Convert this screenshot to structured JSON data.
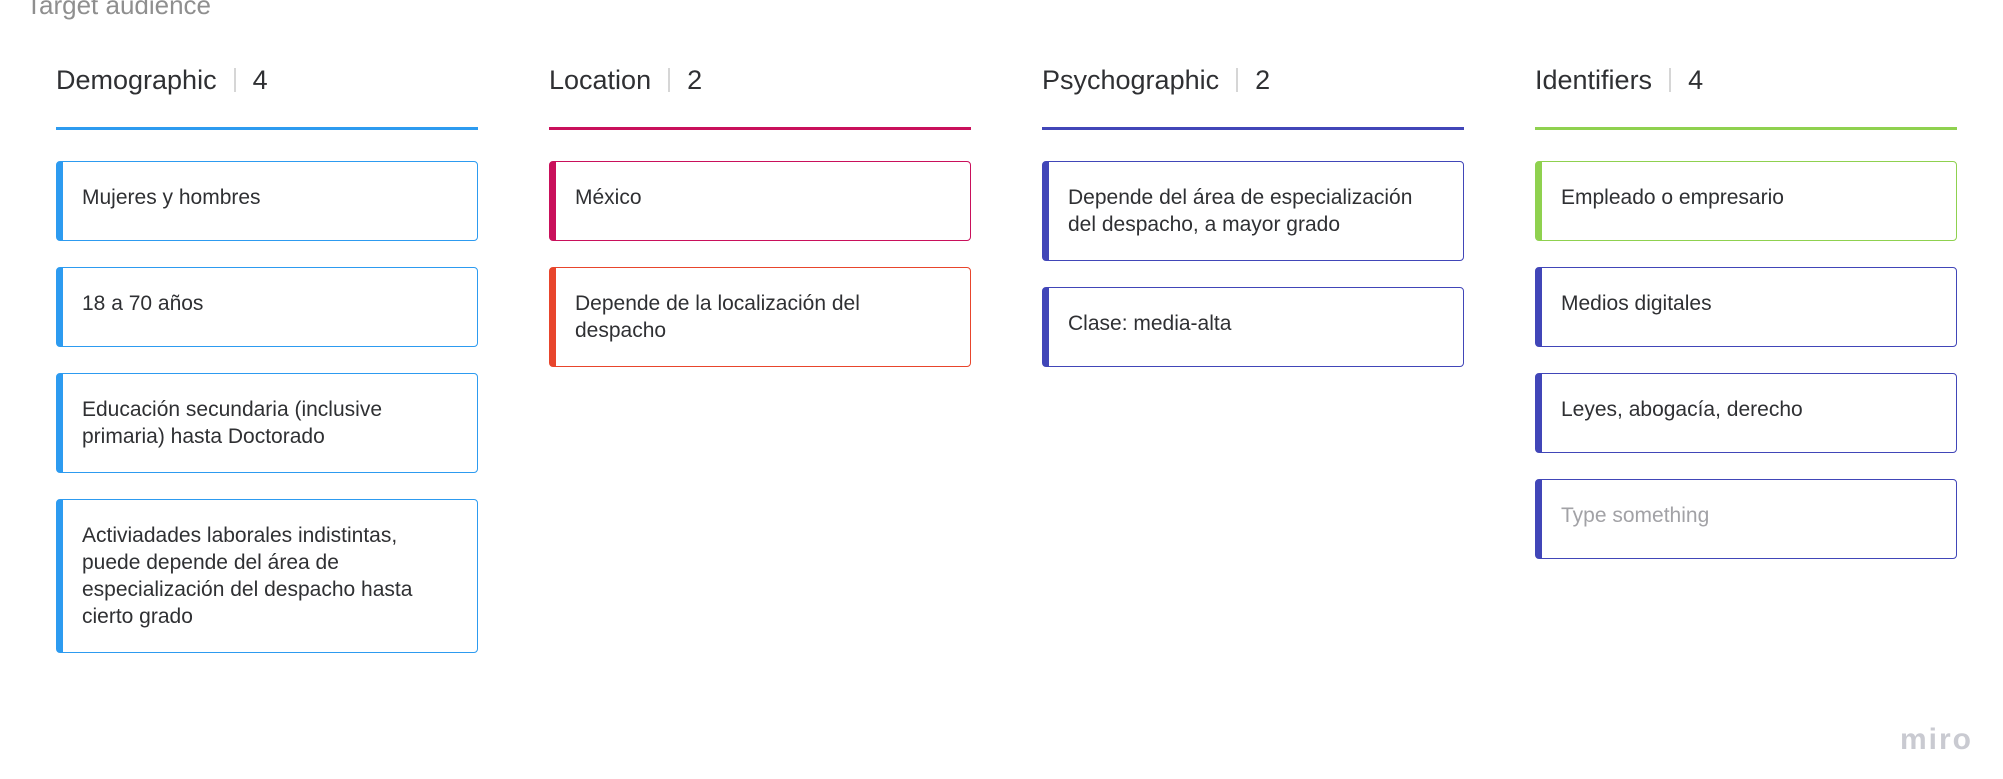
{
  "board_title": "Target audience",
  "columns": [
    {
      "title": "Demographic",
      "count": "4",
      "color": "#2d9bf0",
      "cards": [
        {
          "text": "Mujeres y hombres",
          "color": "#2d9bf0"
        },
        {
          "text": "18 a 70 años",
          "color": "#2d9bf0"
        },
        {
          "text": "Educación secundaria (inclusive primaria) hasta Doctorado",
          "color": "#2d9bf0"
        },
        {
          "text": "Activiadades laborales indistintas, puede depende del área de especialización del despacho hasta cierto grado",
          "color": "#2d9bf0"
        }
      ]
    },
    {
      "title": "Location",
      "count": "2",
      "color": "#c9105b",
      "cards": [
        {
          "text": "México",
          "color": "#c9105b"
        },
        {
          "text": "Depende de la localización del despacho",
          "color": "#e8452c"
        }
      ]
    },
    {
      "title": "Psychographic",
      "count": "2",
      "color": "#4146b8",
      "cards": [
        {
          "text": "Depende del área de especialización del despacho, a mayor grado",
          "color": "#4146b8"
        },
        {
          "text": "Clase: media-alta",
          "color": "#4146b8"
        }
      ]
    },
    {
      "title": "Identifiers",
      "count": "4",
      "color": "#8fd14f",
      "cards": [
        {
          "text": "Empleado o empresario",
          "color": "#8fd14f"
        },
        {
          "text": "Medios digitales",
          "color": "#4146b8"
        },
        {
          "text": "Leyes, abogacía, derecho",
          "color": "#4146b8"
        },
        {
          "placeholder": "Type something",
          "color": "#4146b8"
        }
      ]
    }
  ],
  "watermark": "miro"
}
